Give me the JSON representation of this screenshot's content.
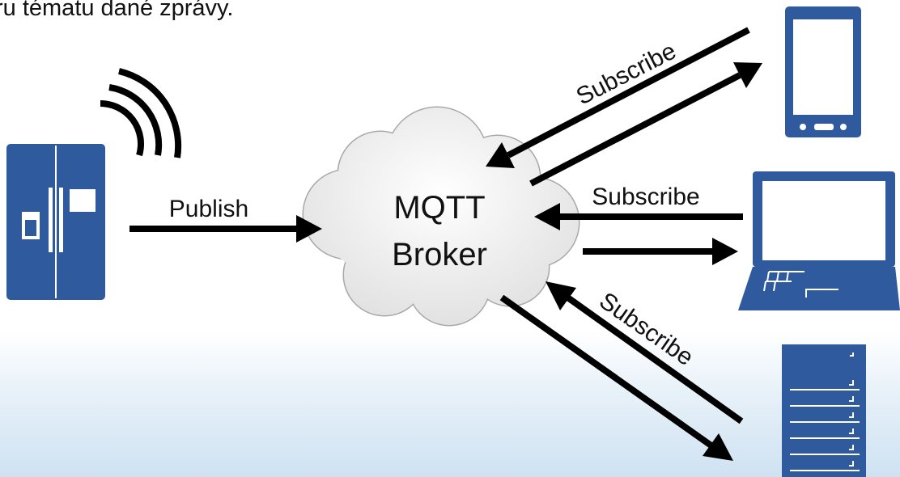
{
  "header": {
    "text": "ru tématu dané zprávy."
  },
  "broker": {
    "line1": "MQTT",
    "line2": "Broker"
  },
  "labels": {
    "publish": "Publish",
    "subscribe_phone": "Subscribe",
    "subscribe_laptop": "Subscribe",
    "subscribe_server": "Subscribe"
  },
  "colors": {
    "device_blue": "#2f5a9e",
    "arrow": "#000000",
    "cloud_fill": "#f1f1f1",
    "cloud_stroke": "#a8a8a8"
  },
  "icons": [
    "refrigerator-icon",
    "wifi-signal-icon",
    "smartphone-icon",
    "laptop-icon",
    "server-rack-icon",
    "cloud-icon"
  ]
}
